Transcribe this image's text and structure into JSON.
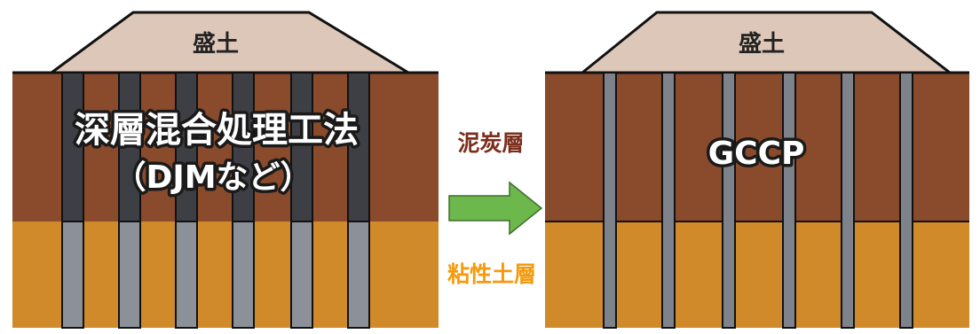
{
  "left_panel": {
    "embankment_label": "盛土",
    "method_title": "深層混合処理工法",
    "method_subtitle": "（DJMなど）"
  },
  "right_panel": {
    "embankment_label": "盛土",
    "method_title": "GCCP"
  },
  "middle": {
    "peat_layer_label": "泥炭層",
    "clay_layer_label": "粘性土層",
    "arrow": "right-arrow-icon"
  },
  "colors": {
    "embankment": "#dcc7b8",
    "peat": "#8a4a2c",
    "clay": "#d08a2a",
    "column_dark": "#3d3f44",
    "column_light": "#8c9098",
    "peat_label": "#7a2e1c",
    "clay_label": "#f59a0c",
    "arrow": "#6db84c"
  }
}
